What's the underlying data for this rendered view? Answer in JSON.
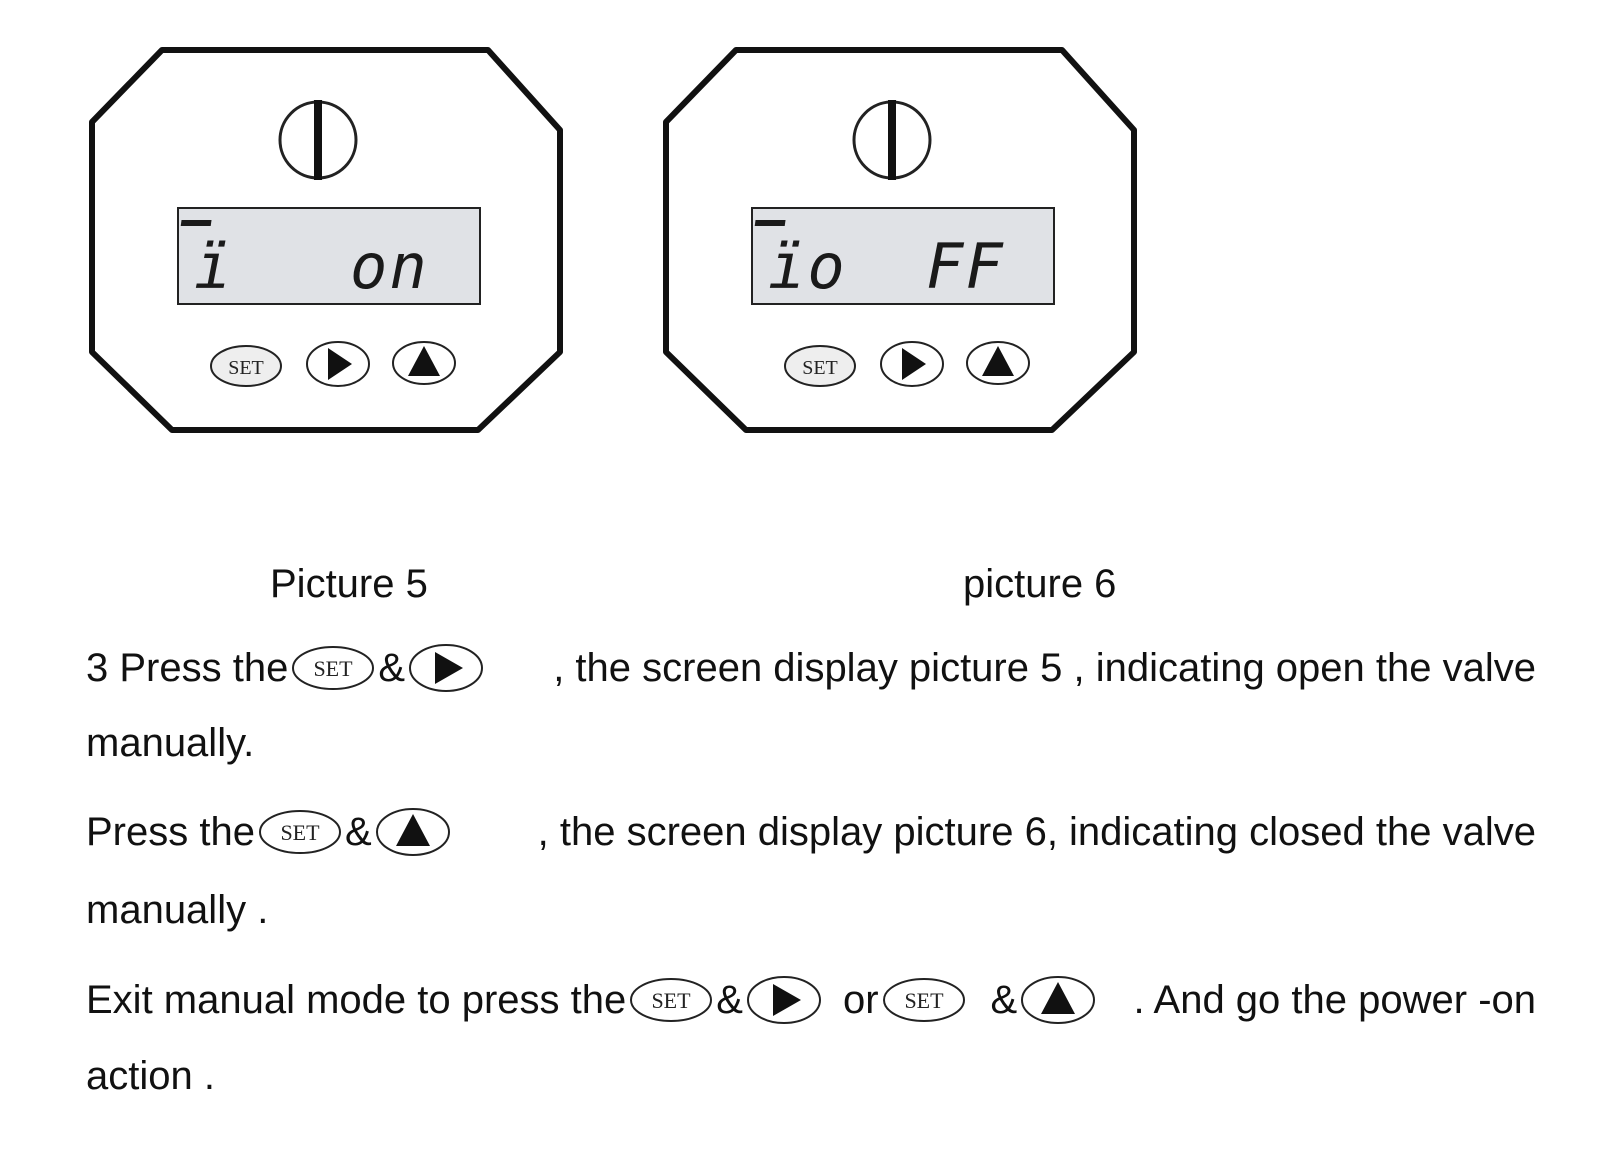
{
  "devices": [
    {
      "screen_left": "ï",
      "screen_right": "on",
      "buttons": {
        "set": "SET"
      }
    },
    {
      "screen_left": "ïo",
      "screen_right": "FF",
      "buttons": {
        "set": "SET"
      }
    }
  ],
  "captions": [
    "Picture 5",
    "picture 6"
  ],
  "step3": {
    "lead": "3 Press the",
    "amp": "&",
    "tail": ", the screen display picture 5 , indicating open the valve",
    "cont": "manually."
  },
  "close": {
    "lead": "Press the",
    "amp": "&",
    "tail": ", the screen display picture 6, indicating closed the valve",
    "cont": "manually ."
  },
  "exit": {
    "lead": "Exit manual mode to press the",
    "amp": "&",
    "or": "or",
    "amp2": "&",
    "tail": ". And go the power -on",
    "cont": "action ."
  },
  "icons": {
    "set_label": "SET",
    "knob": "knob-icon",
    "right": "right-arrow-icon",
    "up": "up-arrow-icon"
  }
}
